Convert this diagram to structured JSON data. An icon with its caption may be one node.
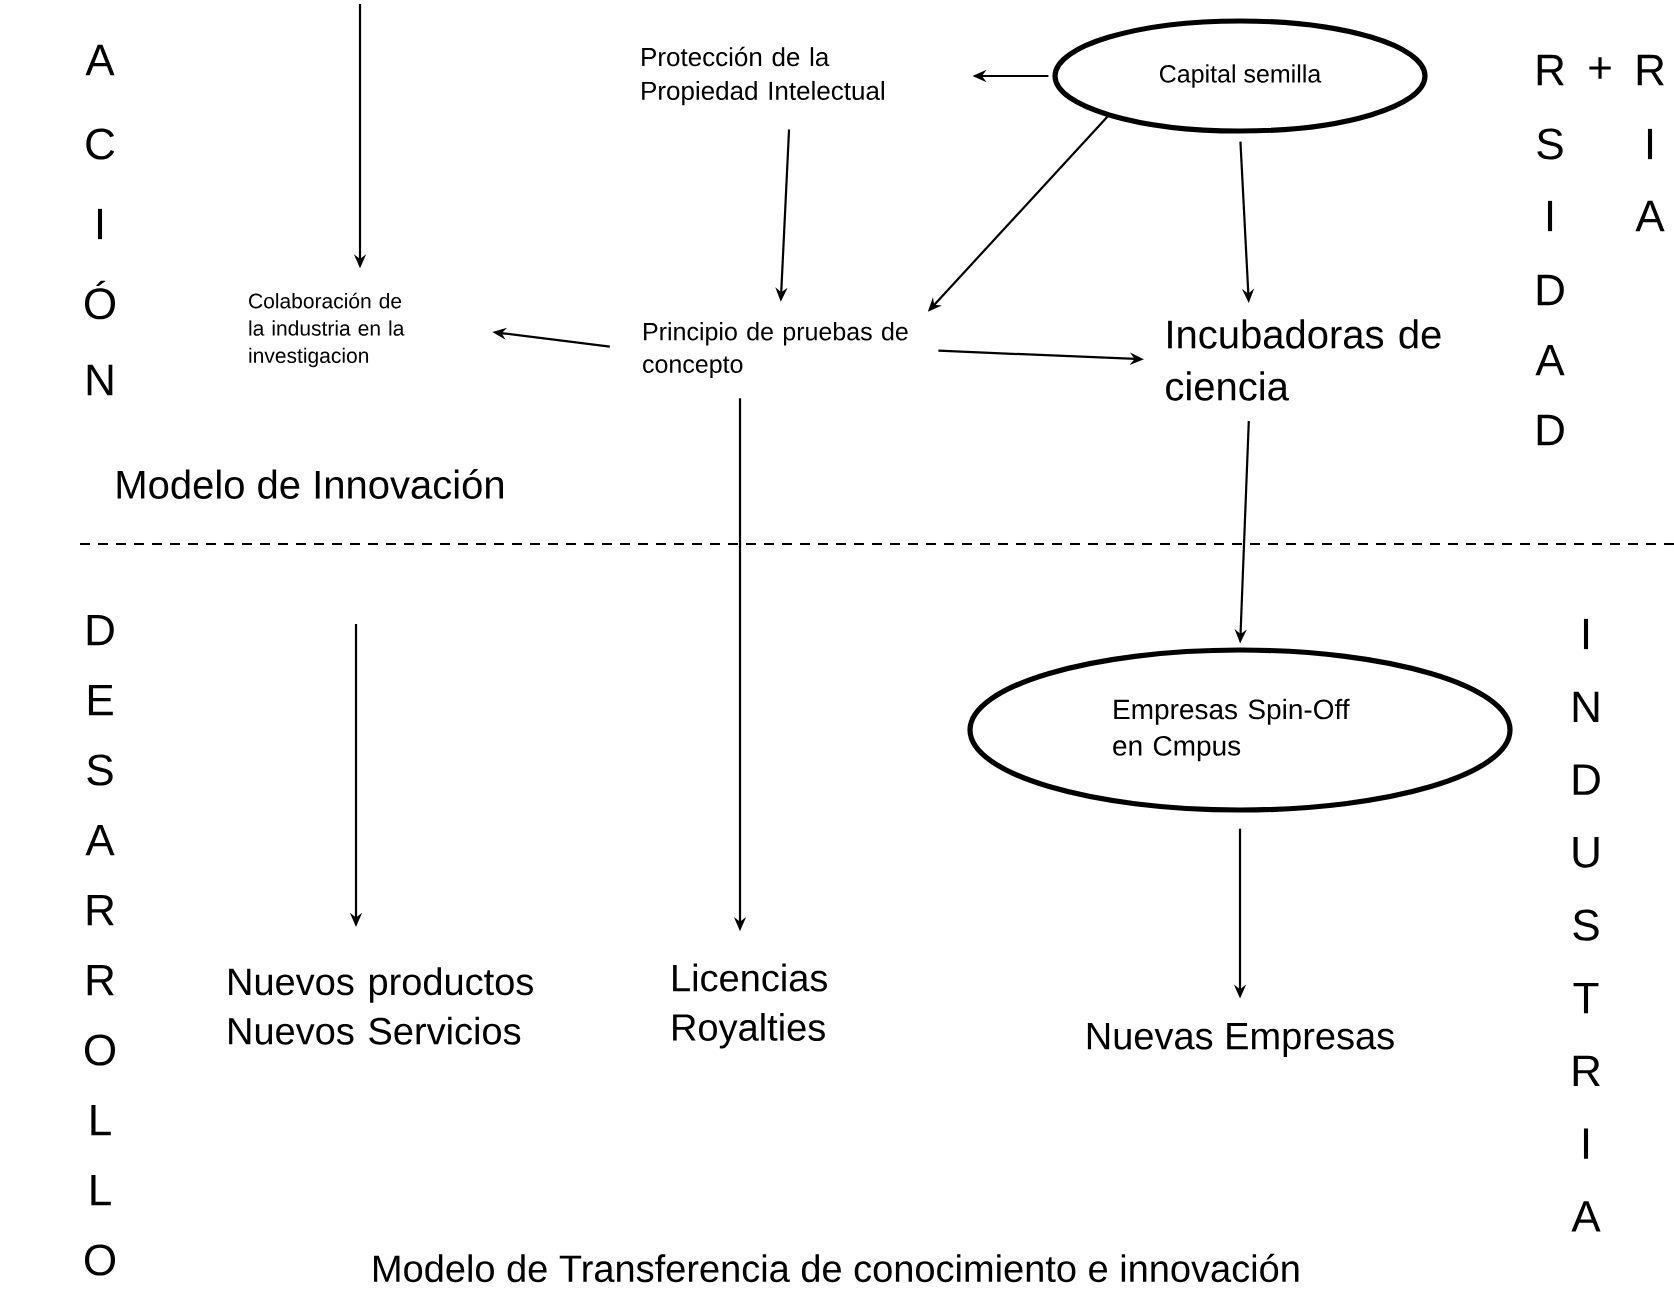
{
  "diagram": {
    "caption": "Modelo de Transferencia de conocimiento e innovación",
    "nodes": [
      {
        "text": [
          "Protección de la Propiedad Intelectual"
        ]
      },
      {
        "text": [
          "Capital semilla"
        ]
      },
      {
        "text": [
          "Colaboración de la industria en la investigacion"
        ]
      },
      {
        "text": [
          "Principio de pruebas de concepto"
        ]
      },
      {
        "text": [
          "Incubadoras de ciencia"
        ]
      },
      {
        "text": [
          "Empresas Spin-Off en Cmpus"
        ]
      },
      {
        "text": [
          "Nuevos productos Nuevos Servicios"
        ]
      },
      {
        "text": [
          "Licencias Royalties"
        ]
      },
      {
        "text": [
          "Nuevas Empresas"
        ]
      }
    ],
    "edges": [
      {
        "from": 1,
        "to": 0,
        "arrow": "to"
      },
      {
        "from": 1,
        "to": 3,
        "arrow": "to"
      },
      {
        "from": 1,
        "to": 4,
        "arrow": "to"
      },
      {
        "from": 0,
        "to": 3,
        "arrow": "to"
      },
      {
        "from": 3,
        "to": 2,
        "arrow": "to"
      },
      {
        "from": 3,
        "to": 4,
        "arrow": "to"
      },
      {
        "from": 4,
        "to": 5,
        "arrow": "to"
      },
      {
        "from": 5,
        "to": 8,
        "arrow": "to"
      },
      {
        "from": 3,
        "to": 7,
        "arrow": "to"
      },
      {
        "from": null,
        "to": 2,
        "arrow": "to"
      },
      {
        "from": null,
        "to": 6,
        "arrow": "to"
      }
    ],
    "labels": [
      "A",
      "C",
      "I",
      "Ó",
      "N",
      "R",
      "+",
      "R",
      "S",
      "I",
      "I",
      "A",
      "D",
      "A",
      "D",
      "Modelo de Innovación",
      "D",
      "E",
      "S",
      "A",
      "R",
      "R",
      "O",
      "L",
      "L",
      "O",
      "I",
      "N",
      "D",
      "U",
      "S",
      "T",
      "R",
      "I",
      "A"
    ]
  }
}
